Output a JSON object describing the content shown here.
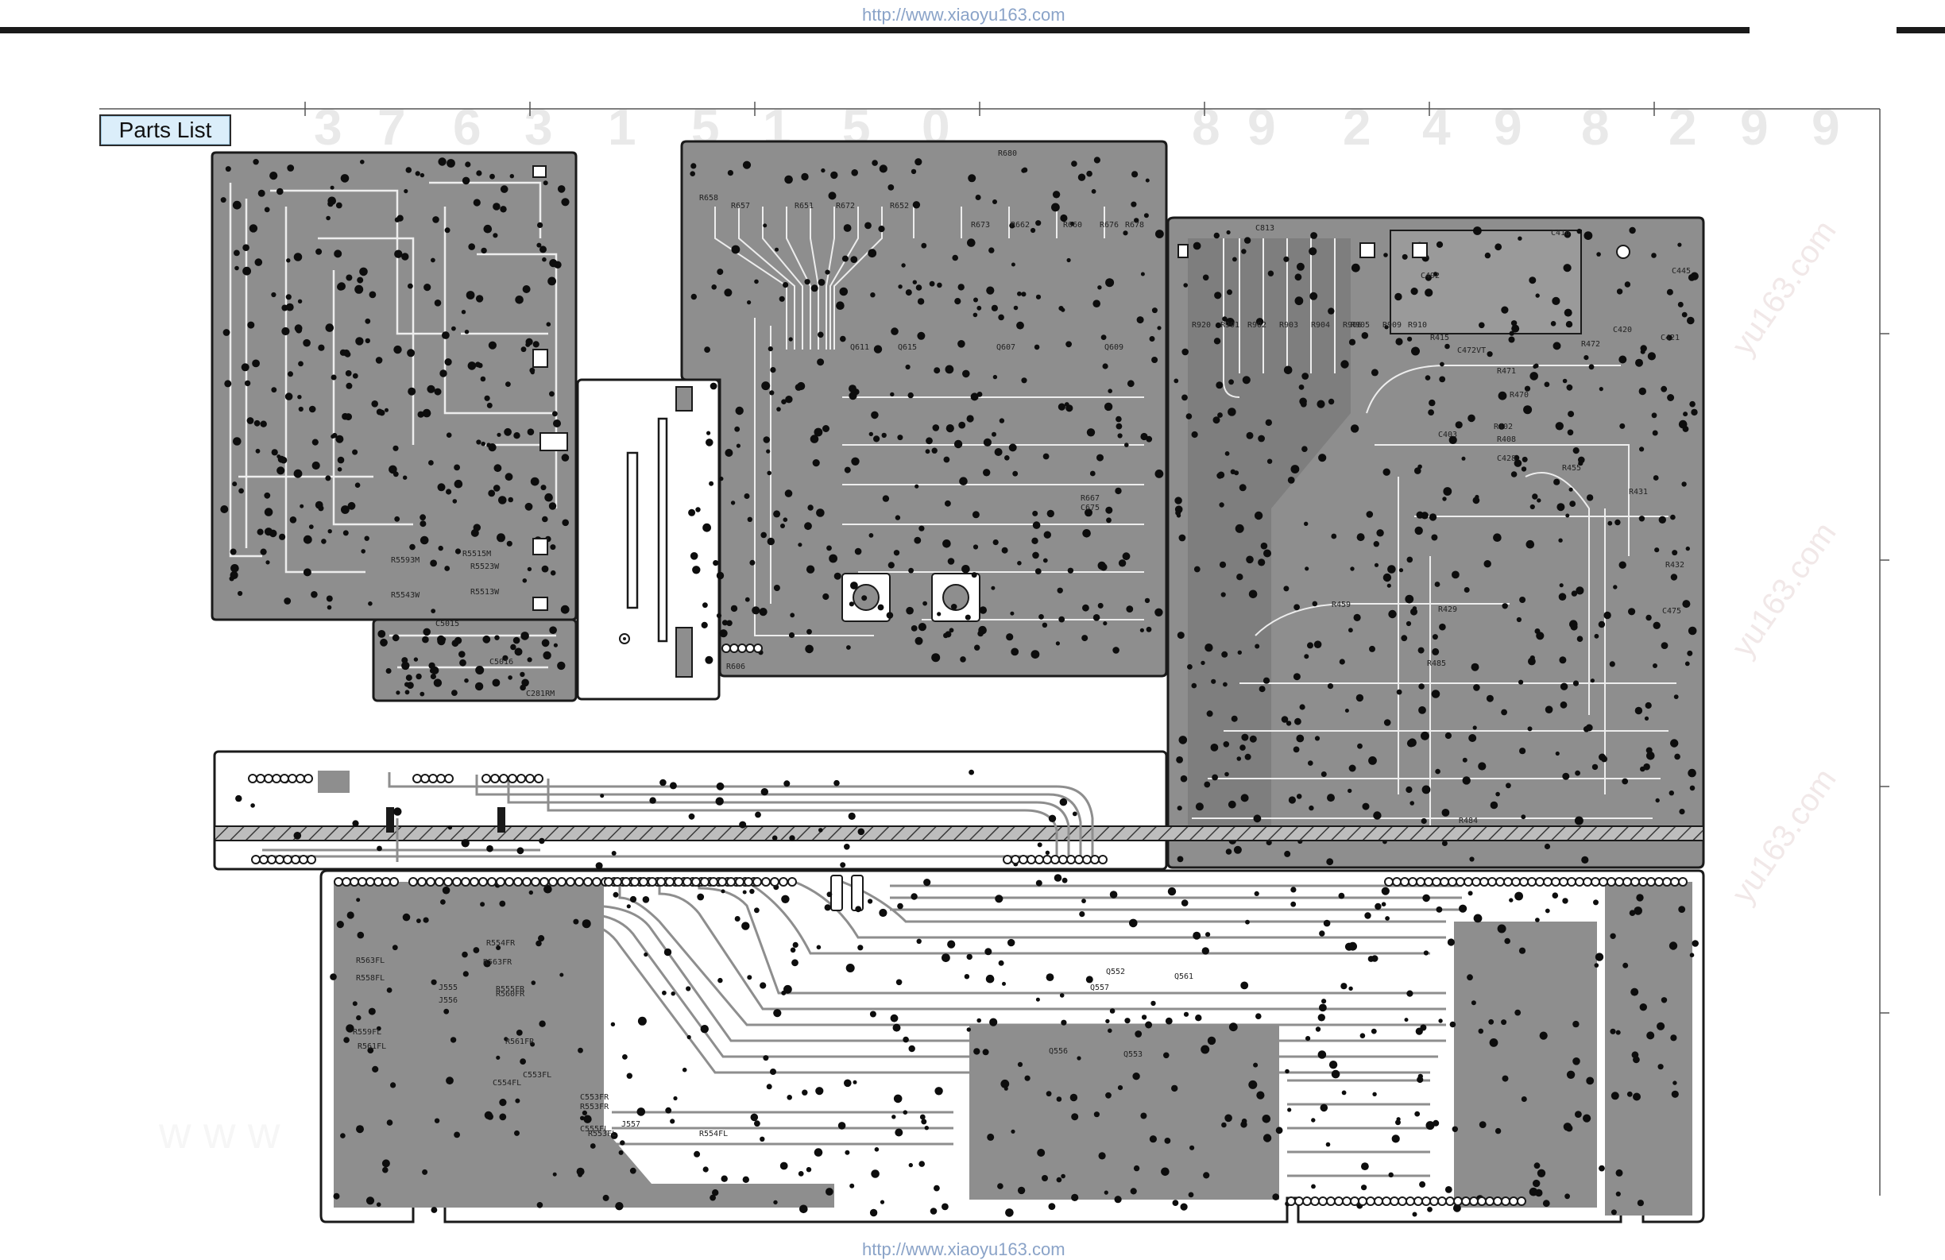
{
  "header": {
    "url_top": "http://www.xiaoyu163.com",
    "url_bottom": "http://www.xiaoyu163.com"
  },
  "toolbar": {
    "parts_list_label": "Parts List"
  },
  "watermark": {
    "digits": "3 7 6 3 1 5 1 5 0 8 9 2 4 9 8 2 9 9",
    "site": "yu163.com",
    "www": "w w w"
  },
  "board_labels": {
    "top_center": [
      "R658",
      "R657",
      "R651",
      "R672",
      "R652",
      "R673",
      "R662",
      "R660",
      "R676",
      "R678",
      "R680",
      "Q611",
      "Q615",
      "Q607",
      "Q609",
      "R667",
      "C675",
      "R606"
    ],
    "left_block": [
      "R5593M",
      "R5543W",
      "R5513W",
      "R5523W",
      "R5515M",
      "C5015",
      "C5016",
      "C281RM"
    ],
    "right_block": [
      "C416",
      "R415",
      "C492",
      "R471",
      "C472VT",
      "R470",
      "R472",
      "C420",
      "C421",
      "R402",
      "C403",
      "R408",
      "C428",
      "R455",
      "R431",
      "R432",
      "R459",
      "R429",
      "C475",
      "C445",
      "R485",
      "R484"
    ],
    "right_top": [
      "R902",
      "R903",
      "R904",
      "R906",
      "R909",
      "R910",
      "R920",
      "R901",
      "R905"
    ],
    "bottom_left": [
      "R563FL",
      "R558FL",
      "R559FL",
      "R561FL",
      "R555FR",
      "R560FR",
      "R561FR",
      "J555",
      "J556",
      "R554FR",
      "C553FR",
      "C555FL",
      "R553FR",
      "R553FL",
      "R554FL",
      "J557",
      "R563FR",
      "C553FL",
      "C554FL"
    ],
    "bottom_center": [
      "Q553",
      "Q556",
      "Q557",
      "Q552",
      "Q561"
    ],
    "misc": [
      "C813"
    ]
  },
  "colors": {
    "copper": "#8e8e8e",
    "outline": "#1a1a1a",
    "pad": "#0d0d0d",
    "parts_list_bg": "#dbeefa",
    "url_color": "#8aa3c8"
  }
}
